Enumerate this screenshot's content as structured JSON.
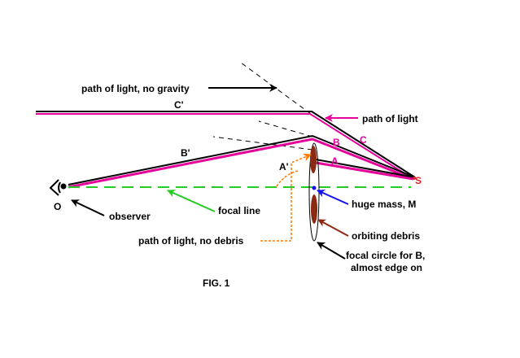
{
  "labels": {
    "no_gravity": "path of light, no gravity",
    "c_prime": "C'",
    "path_of_light": "path of light",
    "c": "C",
    "b": "B",
    "b_prime": "B'",
    "a_prime": "A'",
    "a": "A",
    "s": "S",
    "o": "O",
    "huge_mass": "huge mass, M",
    "observer": "observer",
    "focal_line": "focal line",
    "orbiting_debris": "orbiting debris",
    "no_debris": "path of light, no debris",
    "focal_circle_1": "focal circle for B,",
    "focal_circle_2": "almost edge  on",
    "fig": "FIG. 1"
  },
  "colors": {
    "magenta": "#e6009a",
    "green": "#22cc22",
    "blue": "#1010ee",
    "orange": "#ff7a00",
    "brown": "#8a2a12",
    "red": "#e02020",
    "black": "#000000"
  }
}
